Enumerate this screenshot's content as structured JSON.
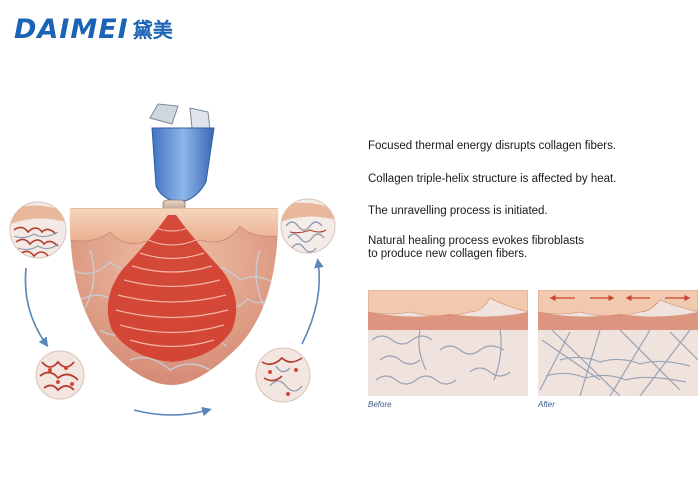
{
  "brand": {
    "latin": "DAIMEI",
    "cjk": "黛美",
    "color": "#1b63b5"
  },
  "statements": [
    "Focused thermal energy disrupts collagen fibers.",
    "Collagen triple-helix structure is affected by heat.",
    "The unravelling process is initiated.",
    "Natural healing process evokes fibroblasts",
    "to produce new collagen fibers."
  ],
  "panels": {
    "before_label": "Before",
    "after_label": "After"
  },
  "colors": {
    "skin_top": "#f3c9a8",
    "tissue": "#d88b78",
    "thermal_red": "#d9362a",
    "probe_blue": "#5b8fd6",
    "arrow_blue": "#5a86b8"
  }
}
